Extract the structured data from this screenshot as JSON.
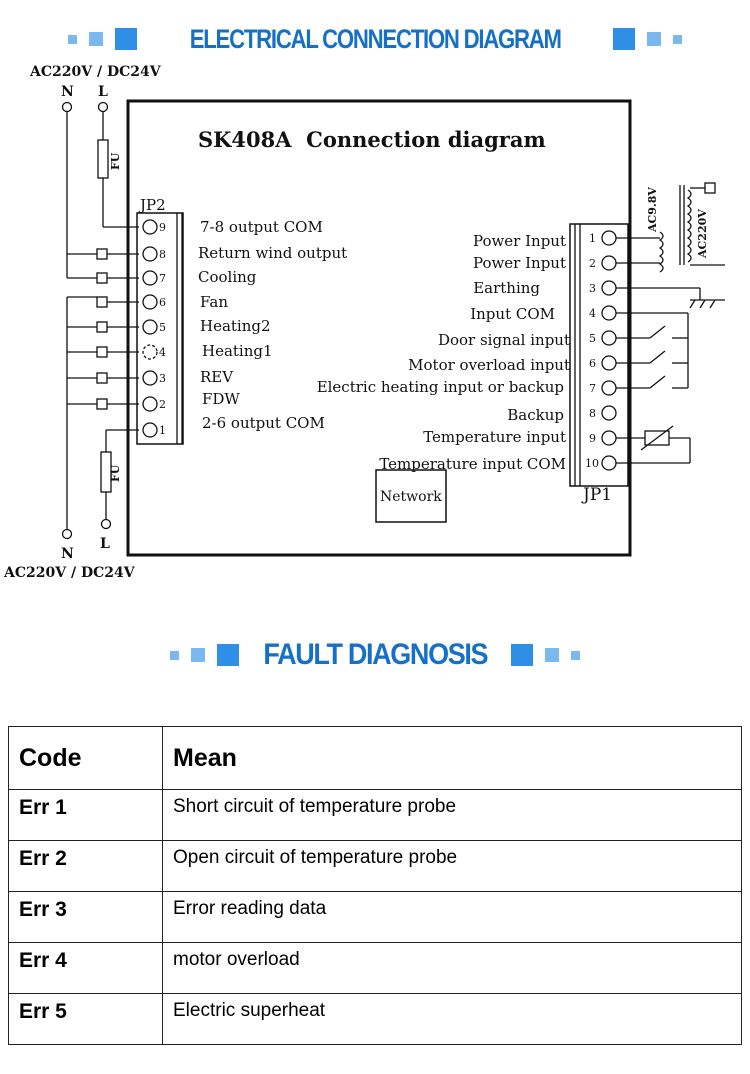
{
  "titles": {
    "connection": "ELECTRICAL CONNECTION DIAGRAM",
    "fault": "FAULT DIAGNOSIS"
  },
  "diagram": {
    "supply_top": "AC220V / DC24V",
    "supply_bottom": "AC220V / DC24V",
    "n_label": "N",
    "l_label": "L",
    "fuse_label": "FU",
    "board_title": "SK408A  Connection diagram",
    "jp2_label": "JP2",
    "jp1_label": "JP1",
    "network_label": "Network",
    "transformer_low": "AC9.8V",
    "transformer_high": "AC220V",
    "jp2_terminals": [
      {
        "num": "9",
        "label": "7-8 output COM"
      },
      {
        "num": "8",
        "label": "Return wind output"
      },
      {
        "num": "7",
        "label": "Cooling"
      },
      {
        "num": "6",
        "label": "Fan"
      },
      {
        "num": "5",
        "label": "Heating2"
      },
      {
        "num": "4",
        "label": "Heating1"
      },
      {
        "num": "3",
        "label": "REV"
      },
      {
        "num": "2",
        "label": "FDW"
      },
      {
        "num": "1",
        "label": "2-6 output COM"
      }
    ],
    "jp1_terminals": [
      {
        "num": "1",
        "label": "Power Input"
      },
      {
        "num": "2",
        "label": "Power Input"
      },
      {
        "num": "3",
        "label": "Earthing"
      },
      {
        "num": "4",
        "label": "Input COM"
      },
      {
        "num": "5",
        "label": "Door signal input"
      },
      {
        "num": "6",
        "label": "Motor overload input"
      },
      {
        "num": "7",
        "label": "Electric heating input or backup"
      },
      {
        "num": "8",
        "label": "Backup"
      },
      {
        "num": "9",
        "label": "Temperature input"
      },
      {
        "num": "10",
        "label": "Temperature input COM"
      }
    ]
  },
  "fault_table": {
    "headers": [
      "Code",
      "Mean"
    ],
    "rows": [
      {
        "code": "Err 1",
        "mean": "Short circuit of temperature probe"
      },
      {
        "code": "Err 2",
        "mean": "Open circuit of temperature probe"
      },
      {
        "code": "Err 3",
        "mean": "Error reading data"
      },
      {
        "code": "Err 4",
        "mean": "motor overload"
      },
      {
        "code": "Err 5",
        "mean": "Electric superheat"
      }
    ]
  }
}
